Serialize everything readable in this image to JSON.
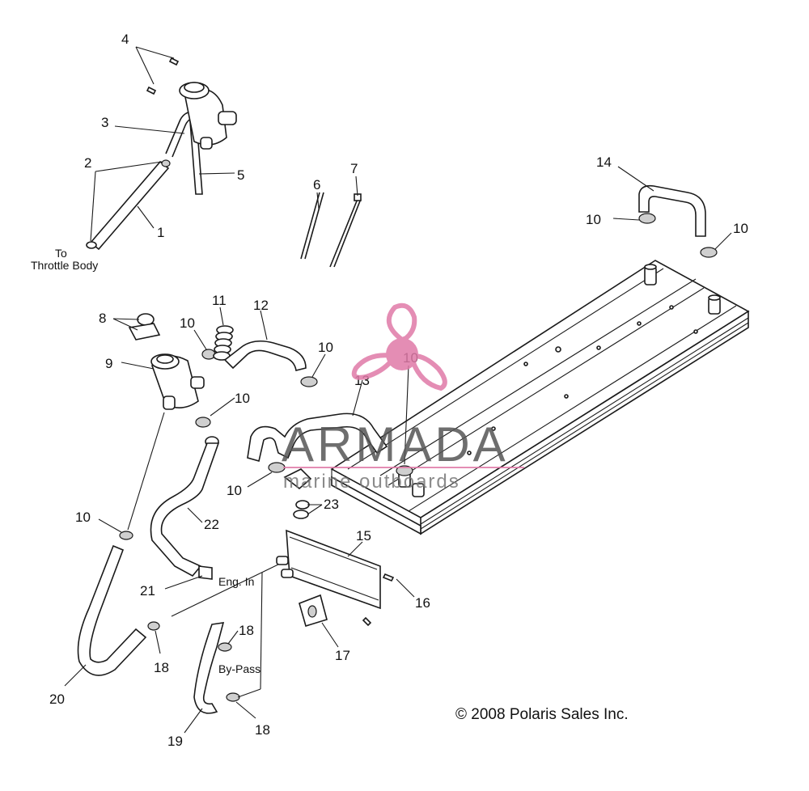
{
  "labels": {
    "p1": "1",
    "p2": "2",
    "p3": "3",
    "p4": "4",
    "p5": "5",
    "p6": "6",
    "p7": "7",
    "p8": "8",
    "p9": "9",
    "p10": "10",
    "p11": "11",
    "p12": "12",
    "p13": "13",
    "p14": "14",
    "p15": "15",
    "p16": "16",
    "p17": "17",
    "p18": "18",
    "p19": "19",
    "p20": "20",
    "p21": "21",
    "p22": "22",
    "p23": "23"
  },
  "notes": {
    "to": "To",
    "throttle_body": "Throttle Body",
    "eng_in": "Eng. In",
    "by_pass": "By-Pass"
  },
  "copyright": "© 2008 Polaris Sales Inc.",
  "watermark": {
    "brand": "ARMADA",
    "tagline": "marine outboards",
    "color": "#e07aa8"
  }
}
